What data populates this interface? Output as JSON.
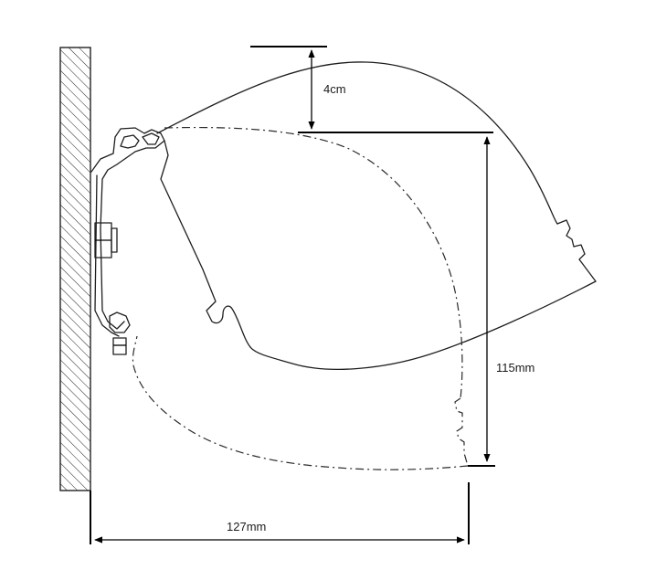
{
  "dimensions": {
    "top_offset": "4cm",
    "drop_height": "115mm",
    "projection": "127mm"
  }
}
